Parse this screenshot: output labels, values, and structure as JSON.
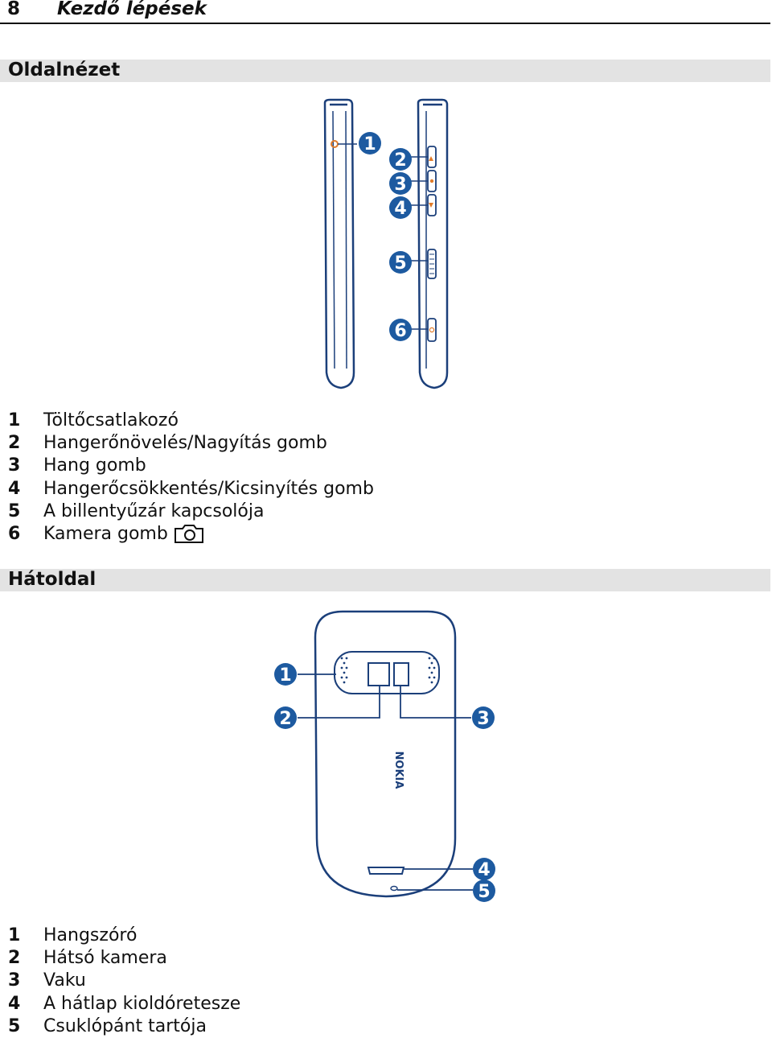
{
  "header": {
    "page_number": "8",
    "title": "Kezdő lépések"
  },
  "sections": [
    {
      "title": "Oldalnézet",
      "callouts": [
        "1",
        "2",
        "3",
        "4",
        "5",
        "6"
      ],
      "items": [
        {
          "num": "1",
          "text": "Töltőcsatlakozó"
        },
        {
          "num": "2",
          "text": "Hangerőnövelés/Nagyítás gomb"
        },
        {
          "num": "3",
          "text": "Hang gomb"
        },
        {
          "num": "4",
          "text": "Hangerőcsökkentés/Kicsinyítés gomb"
        },
        {
          "num": "5",
          "text": "A billentyűzár kapcsolója"
        },
        {
          "num": "6",
          "text": "Kamera gomb",
          "icon": "camera-icon"
        }
      ]
    },
    {
      "title": "Hátoldal",
      "brand_mark": "NOKIA",
      "callouts": [
        "1",
        "2",
        "3",
        "4",
        "5"
      ],
      "items": [
        {
          "num": "1",
          "text": "Hangszóró"
        },
        {
          "num": "2",
          "text": "Hátsó kamera"
        },
        {
          "num": "3",
          "text": "Vaku"
        },
        {
          "num": "4",
          "text": "A hátlap kioldóretesze"
        },
        {
          "num": "5",
          "text": "Csuklópánt tartója"
        }
      ]
    }
  ],
  "colors": {
    "outline": "#1b3f7a",
    "callout": "#1d5aa0",
    "connector": "#e07b2a",
    "section_bg": "#e3e3e3"
  }
}
